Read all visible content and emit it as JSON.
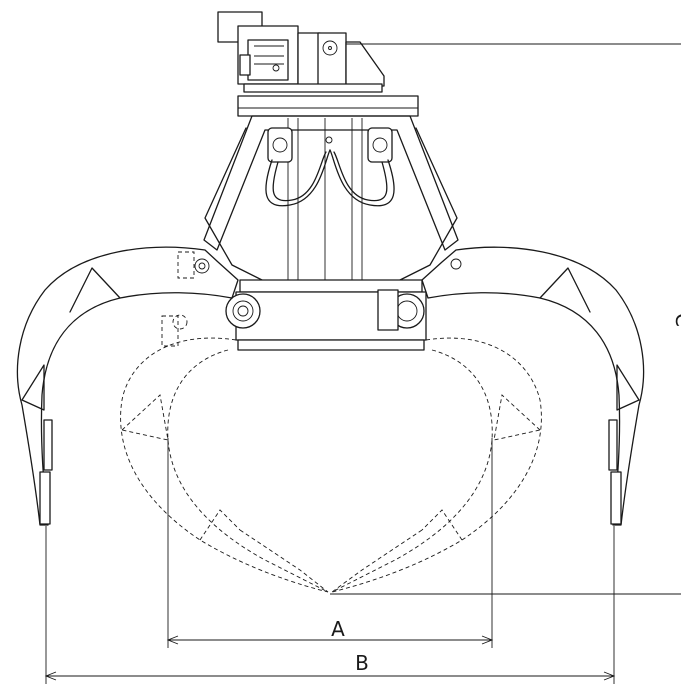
{
  "diagram": {
    "dimension_labels": {
      "inner_opening": "A",
      "outer_opening": "B",
      "height": "C"
    },
    "colors": {
      "line": "#1a1a1a",
      "background": "#ffffff"
    }
  }
}
